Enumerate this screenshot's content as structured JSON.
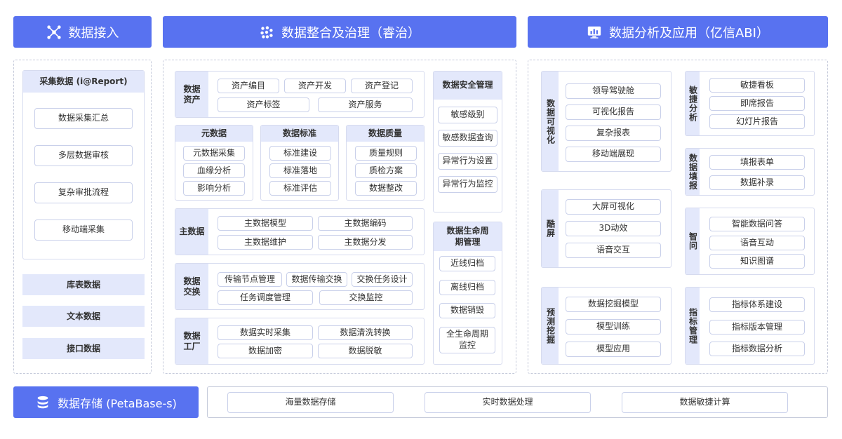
{
  "headers": {
    "ingest": "数据接入",
    "integrate": "数据整合及治理（睿治）",
    "analysis": "数据分析及应用（亿信ABI）",
    "storage": "数据存储 (PetaBase-s)"
  },
  "ingest": {
    "collect_title": "采集数据 (i@Report)",
    "collect_items": [
      "数据采集汇总",
      "多层数据审核",
      "复杂审批流程",
      "移动端采集"
    ],
    "others": [
      "库表数据",
      "文本数据",
      "接口数据"
    ]
  },
  "governance": {
    "assets": {
      "label": "数据资产",
      "items": [
        "资产编目",
        "资产开发",
        "资产登记",
        "资产标签",
        "资产服务"
      ]
    },
    "metadata": {
      "title": "元数据",
      "items": [
        "元数据采集",
        "血缘分析",
        "影响分析"
      ]
    },
    "standard": {
      "title": "数据标准",
      "items": [
        "标准建设",
        "标准落地",
        "标准评估"
      ]
    },
    "quality": {
      "title": "数据质量",
      "items": [
        "质量规则",
        "质检方案",
        "数据整改"
      ]
    },
    "master": {
      "label": "主数据",
      "items": [
        "主数据模型",
        "主数据编码",
        "主数据维护",
        "主数据分发"
      ]
    },
    "exchange": {
      "label": "数据交换",
      "items": [
        "传输节点管理",
        "数据传输交换",
        "交换任务设计",
        "任务调度管理",
        "交换监控"
      ]
    },
    "factory": {
      "label": "数据工厂",
      "items": [
        "数据实时采集",
        "数据清洗转换",
        "数据加密",
        "数据脱敏"
      ]
    },
    "security": {
      "title": "数据安全管理",
      "items": [
        "敏感级别",
        "敏感数据查询",
        "异常行为设置",
        "异常行为监控"
      ]
    },
    "lifecycle": {
      "title": "数据生命周期管理",
      "items": [
        "近线归档",
        "离线归档",
        "数据销毁",
        "全生命周期监控"
      ]
    }
  },
  "analysis": {
    "visual": {
      "label": "数据可视化",
      "items": [
        "领导驾驶舱",
        "可视化报告",
        "复杂报表",
        "移动端展现"
      ]
    },
    "agile": {
      "label": "敏捷分析",
      "items": [
        "敏捷看板",
        "即席报告",
        "幻灯片报告"
      ]
    },
    "fill": {
      "label": "数据填报",
      "items": [
        "填报表单",
        "数据补录"
      ]
    },
    "cool": {
      "label": "酷屏",
      "items": [
        "大屏可视化",
        "3D动效",
        "语音交互"
      ]
    },
    "ask": {
      "label": "智问",
      "items": [
        "智能数据问答",
        "语音互动",
        "知识图谱"
      ]
    },
    "mining": {
      "label": "预测挖掘",
      "items": [
        "数据挖掘模型",
        "模型训练",
        "模型应用"
      ]
    },
    "indicator": {
      "label": "指标管理",
      "items": [
        "指标体系建设",
        "指标版本管理",
        "指标数据分析"
      ]
    }
  },
  "storage": {
    "items": [
      "海量数据存储",
      "实时数据处理",
      "数据敏捷计算"
    ]
  }
}
